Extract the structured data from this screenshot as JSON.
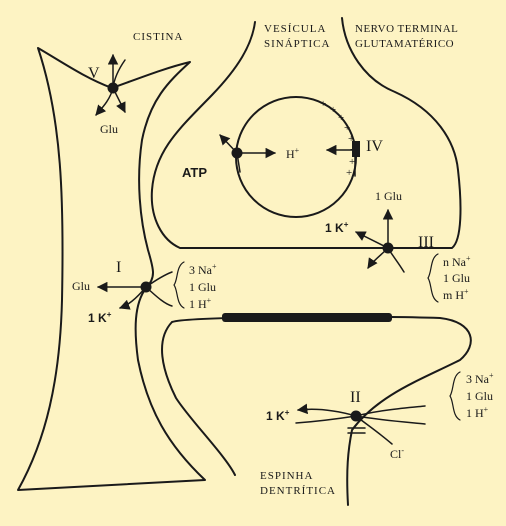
{
  "background": "#fdf3c3",
  "ink": "#1a1a1a",
  "labels": {
    "cystine": "CISTINA",
    "vesicle_line1": "VESÍCULA",
    "vesicle_line2": "SINÁPTICA",
    "terminal_line1": "NERVO TERMINAL",
    "terminal_line2": "GLUTAMATÉRICO",
    "spine_line1": "ESPINHA",
    "spine_line2": "DENTRÍTICA"
  },
  "transporters": {
    "I": {
      "numeral": "I",
      "out_left": "Glu",
      "in_left": "1 K",
      "in_sup": "+",
      "stoich": [
        "3 Na",
        "1 Glu",
        "1 H"
      ],
      "stoich_sup": [
        "+",
        "",
        "+"
      ]
    },
    "II": {
      "numeral": "II",
      "k_label": "1 K",
      "k_sup": "+",
      "cl_label": "Cl",
      "cl_sup": "-",
      "stoich": [
        "3 Na",
        "1 Glu",
        "1 H"
      ],
      "stoich_sup": [
        "+",
        "",
        "+"
      ]
    },
    "III": {
      "numeral": "III",
      "k_label": "1 K",
      "k_sup": "+",
      "glu_label": "1 Glu",
      "stoich": [
        "n Na",
        "1 Glu",
        "m H"
      ],
      "stoich_sup": [
        "+",
        "",
        "+"
      ]
    },
    "IV": {
      "numeral": "IV",
      "atp": "ATP",
      "h_label": "H",
      "h_sup": "+"
    },
    "V": {
      "numeral": "V",
      "glu_label": "Glu"
    }
  }
}
